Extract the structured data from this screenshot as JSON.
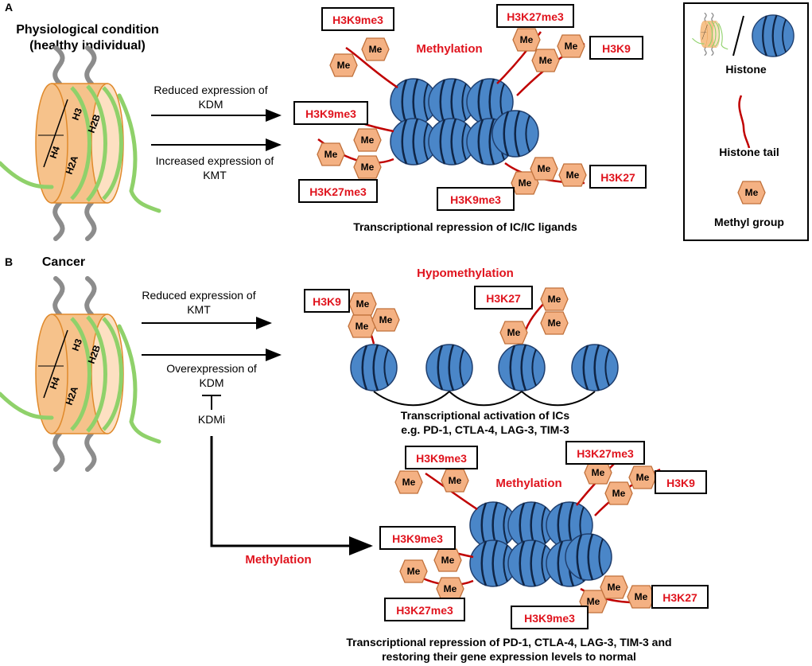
{
  "panel_a": {
    "letter": "A",
    "title_line1": "Physiological condition",
    "title_line2": "(healthy individual)",
    "arrow1_line1": "Reduced expression of",
    "arrow1_line2": "KDM",
    "arrow2_line1": "Increased expression of",
    "arrow2_line2": "KMT",
    "process_label": "Methylation",
    "caption": "Transcriptional repression of IC/IC ligands",
    "marks": {
      "tl": "H3K9me3",
      "tr": "H3K27me3",
      "r": "H3K9",
      "l": "H3K9me3",
      "bl": "H3K27me3",
      "b": "H3K9me3",
      "br": "H3K27"
    }
  },
  "panel_b": {
    "letter": "B",
    "title": "Cancer",
    "arrow1_line1": "Reduced expression of",
    "arrow1_line2": "KMT",
    "arrow2_line1": "Overexpression of",
    "arrow2_line2": "KDM",
    "inhibitor": "KDMi",
    "path_label": "Methylation",
    "hypo_label": "Hypomethylation",
    "hypo_marks": {
      "left": "H3K9",
      "right": "H3K27"
    },
    "activation_line1": "Transcriptional activation of ICs",
    "activation_line2": "e.g. PD-1, CTLA-4, LAG-3, TIM-3",
    "process_label": "Methylation",
    "marks": {
      "tl": "H3K9me3",
      "tr": "H3K27me3",
      "r": "H3K9",
      "l": "H3K9me3",
      "bl": "H3K27me3",
      "b": "H3K9me3",
      "br": "H3K27"
    },
    "caption_line1": "Transcriptional repression of PD-1, CTLA-4, LAG-3, TIM-3 and",
    "caption_line2": "restoring their gene expression levels to normal"
  },
  "histone_labels": {
    "h3": "H3",
    "h2b": "H2B",
    "h4": "H4",
    "h2a": "H2A"
  },
  "me_label": "Me",
  "legend": {
    "histone": "Histone",
    "tail": "Histone tail",
    "methyl": "Methyl group"
  },
  "colors": {
    "nucleosome": "#4a86c8",
    "methyl_fill": "#f4b183",
    "methyl_stroke": "#c0703a",
    "label_red": "#e0141e",
    "histone_orange": "#f6c28b",
    "dna_green": "#8fd16a",
    "tail_gray": "#8c8c8c",
    "tail_red": "#c00000"
  }
}
